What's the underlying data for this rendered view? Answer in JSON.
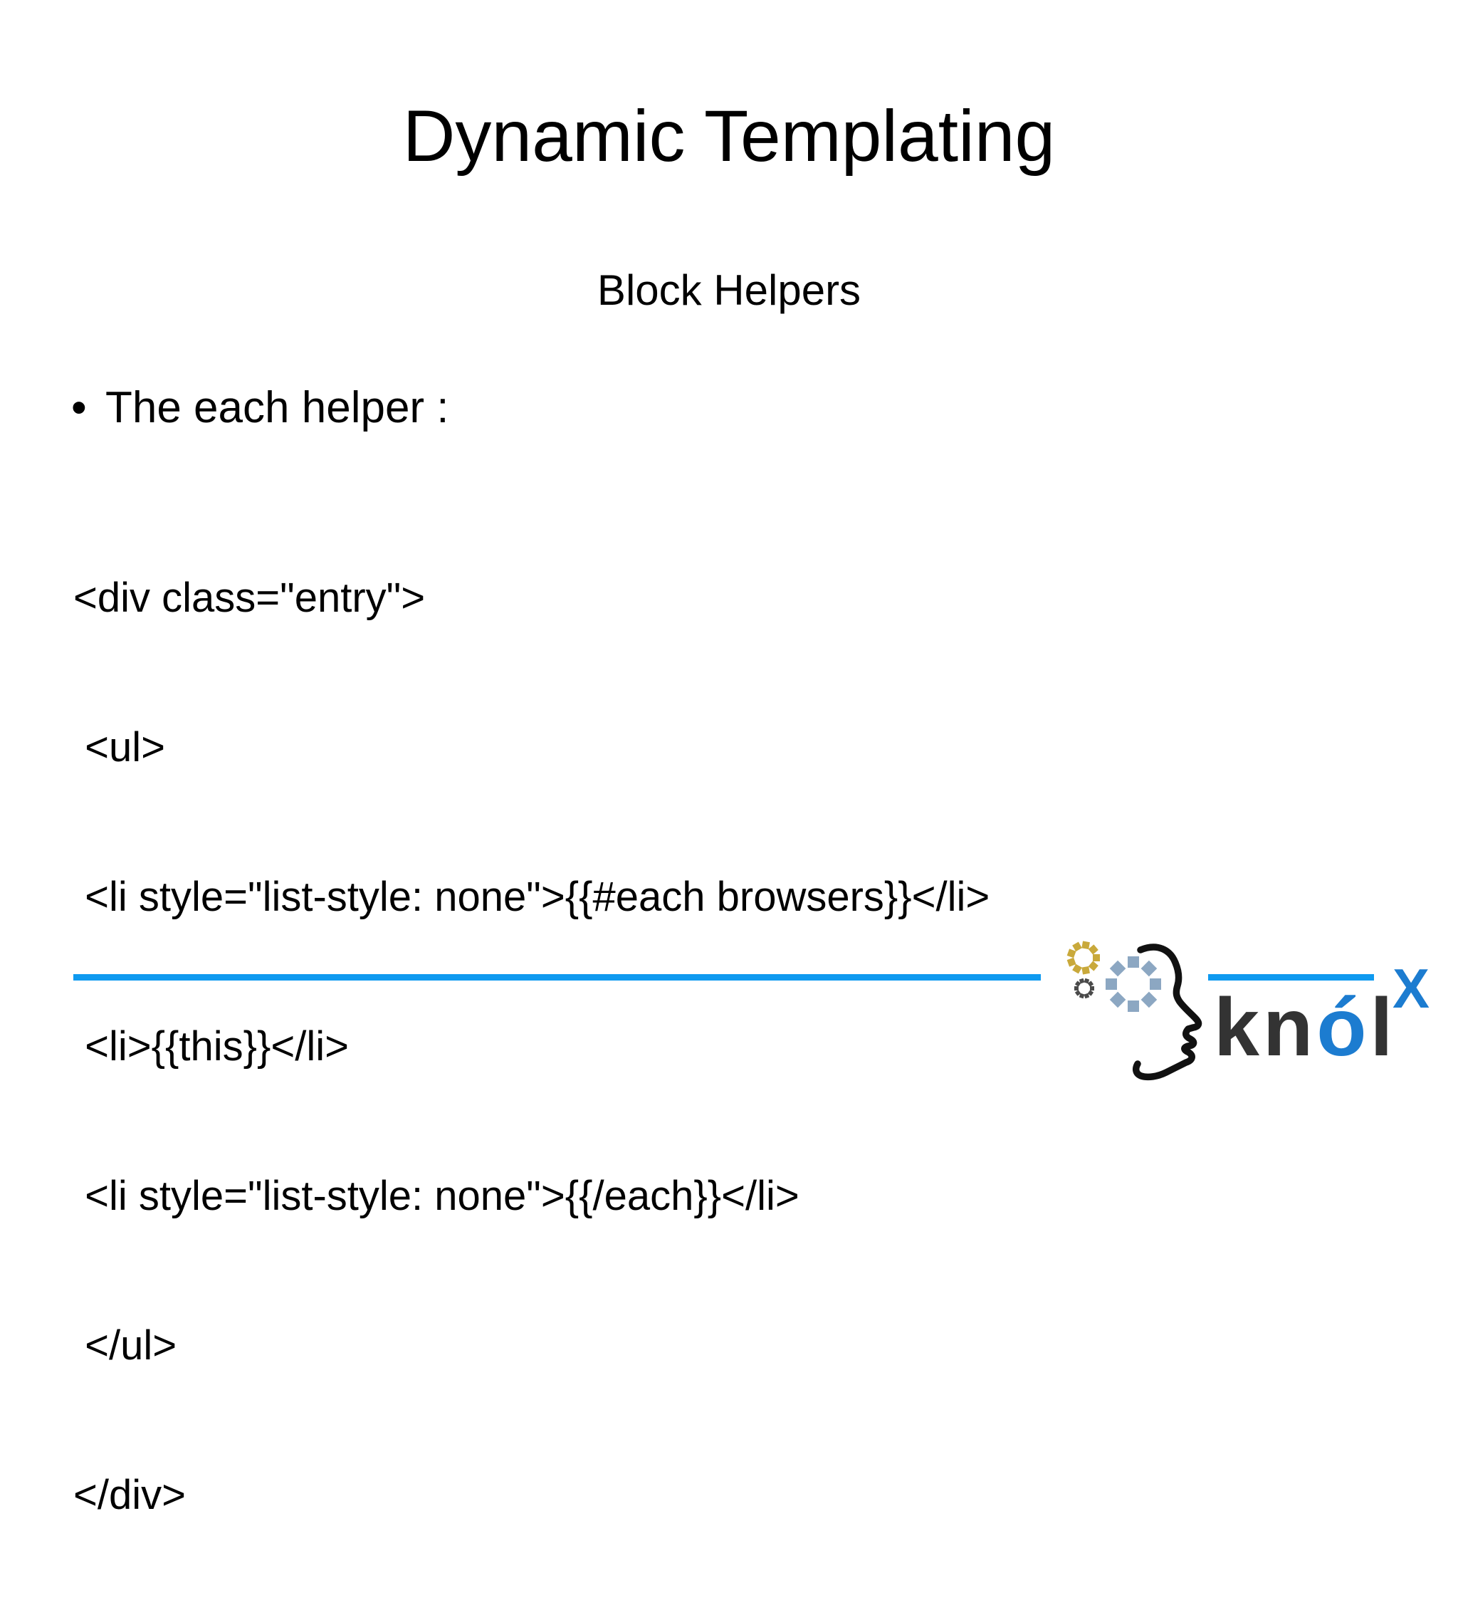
{
  "slide": {
    "title": "Dynamic Templating",
    "subtitle": "Block Helpers",
    "bullet_marker": "•",
    "bullet_text": "The each helper :",
    "code_lines": [
      "<div class=\"entry\">",
      " <ul>",
      " <li style=\"list-style: none\">{{#each browsers}}</li>",
      " <li>{{this}}</li>",
      " <li style=\"list-style: none\">{{/each}}</li>",
      " </ul>",
      "</div>"
    ]
  },
  "footer": {
    "rule_color": "#0f9af0",
    "logo": {
      "kn": "kn",
      "o": "ó",
      "l": "l",
      "sup": "X",
      "text_dark_color": "#333333",
      "text_blue_color": "#1c7cd0",
      "gear_gold_color": "#c9a93b",
      "gear_gray_color": "#4a4a4a",
      "gear_steel_color": "#8ca7c2",
      "head_color": "#111111"
    }
  }
}
